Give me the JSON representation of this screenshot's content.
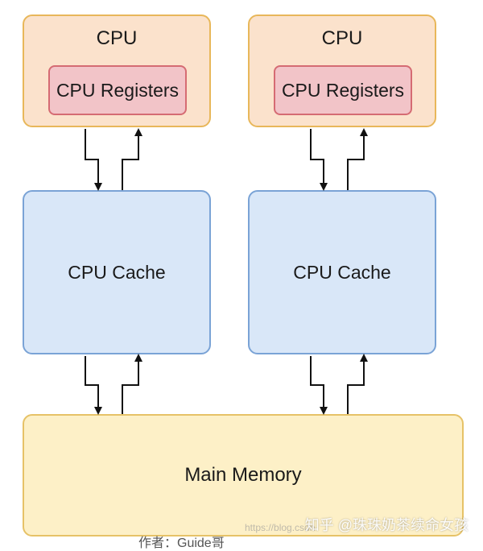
{
  "cpus": [
    {
      "title": "CPU",
      "registers": "CPU Registers",
      "cache": "CPU Cache"
    },
    {
      "title": "CPU",
      "registers": "CPU Registers",
      "cache": "CPU Cache"
    }
  ],
  "memory": {
    "label": "Main Memory"
  },
  "watermark": {
    "text": "知乎 @珠珠奶茶续命女孩",
    "url": "https://blog.csdn"
  },
  "caption": "作者：Guide哥",
  "colors": {
    "cpu_fill": "#fbe2cc",
    "cpu_border": "#e8b75a",
    "register_fill": "#f2c4c8",
    "register_border": "#d56b73",
    "cache_fill": "#d9e7f8",
    "cache_border": "#7aa3d6",
    "memory_fill": "#fdf0c7",
    "memory_border": "#e6c267",
    "arrow": "#111111"
  }
}
